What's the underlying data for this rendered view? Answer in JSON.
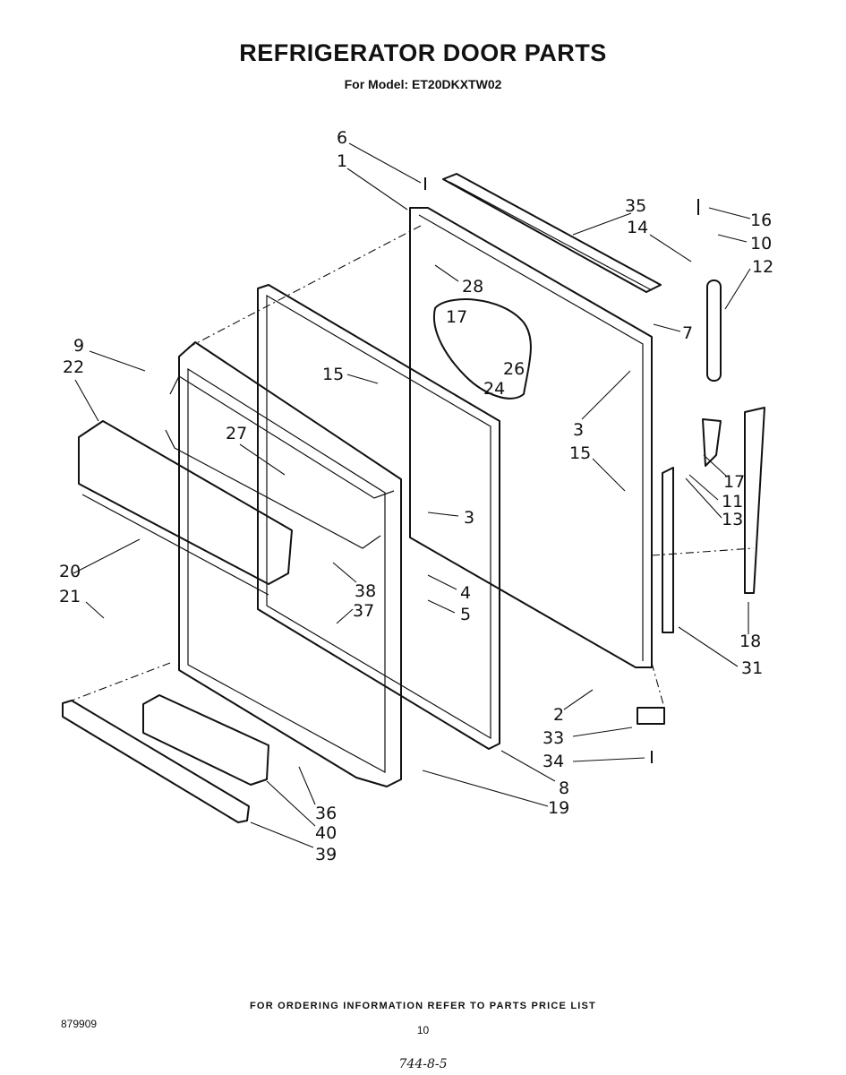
{
  "header": {
    "title": "REFRIGERATOR DOOR PARTS",
    "subtitle": "For Model: ET20DKXTW02"
  },
  "callouts": [
    "6",
    "1",
    "35",
    "14",
    "16",
    "10",
    "12",
    "28",
    "17",
    "7",
    "26",
    "24",
    "9",
    "22",
    "15",
    "3",
    "15",
    "17",
    "11",
    "13",
    "27",
    "3",
    "20",
    "38",
    "37",
    "4",
    "21",
    "5",
    "18",
    "31",
    "2",
    "33",
    "34",
    "8",
    "19",
    "36",
    "40",
    "39"
  ],
  "footer": {
    "ordering_note": "FOR ORDERING INFORMATION REFER TO PARTS PRICE LIST",
    "doc_number": "879909",
    "page_number": "10",
    "handwritten_note": "744-8-5"
  }
}
